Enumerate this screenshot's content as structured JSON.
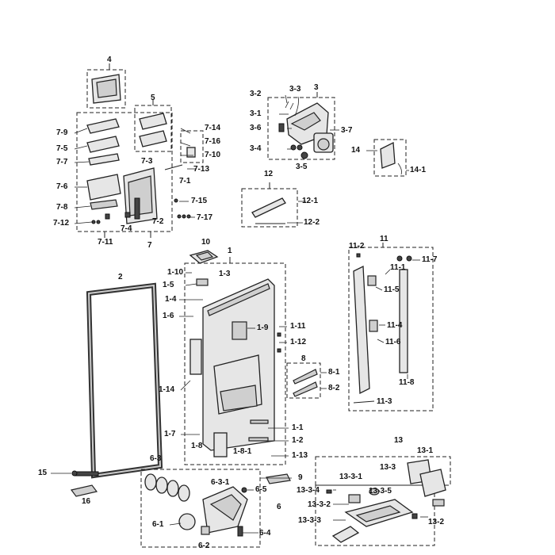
{
  "labels": {
    "l1": "1",
    "l1_1": "1-1",
    "l1_2": "1-2",
    "l1_3": "1-3",
    "l1_4": "1-4",
    "l1_5": "1-5",
    "l1_6": "1-6",
    "l1_7": "1-7",
    "l1_8": "1-8",
    "l1_8_1": "1-8-1",
    "l1_9": "1-9",
    "l1_10": "1-10",
    "l1_11": "1-11",
    "l1_12": "1-12",
    "l1_13": "1-13",
    "l1_14": "1-14",
    "l2": "2",
    "l3": "3",
    "l3_1": "3-1",
    "l3_2": "3-2",
    "l3_3": "3-3",
    "l3_4": "3-4",
    "l3_5": "3-5",
    "l3_6": "3-6",
    "l3_7": "3-7",
    "l4": "4",
    "l5": "5",
    "l6": "6",
    "l6_1": "6-1",
    "l6_2": "6-2",
    "l6_3": "6-3",
    "l6_3_1": "6-3-1",
    "l6_4": "6-4",
    "l6_5": "6-5",
    "l7": "7",
    "l7_1": "7-1",
    "l7_2": "7-2",
    "l7_3": "7-3",
    "l7_4": "7-4",
    "l7_5": "7-5",
    "l7_6": "7-6",
    "l7_7": "7-7",
    "l7_8": "7-8",
    "l7_9": "7-9",
    "l7_10": "7-10",
    "l7_11": "7-11",
    "l7_12": "7-12",
    "l7_13": "7-13",
    "l7_14": "7-14",
    "l7_15": "7-15",
    "l7_16": "7-16",
    "l7_17": "7-17",
    "l8": "8",
    "l8_1": "8-1",
    "l8_2": "8-2",
    "l9": "9",
    "l10": "10",
    "l11": "11",
    "l11_1": "11-1",
    "l11_2": "11-2",
    "l11_3": "11-3",
    "l11_4": "11-4",
    "l11_5": "11-5",
    "l11_6": "11-6",
    "l11_7": "11-7",
    "l11_8": "11-8",
    "l12": "12",
    "l12_1": "12-1",
    "l12_2": "12-2",
    "l13": "13",
    "l13_1": "13-1",
    "l13_2": "13-2",
    "l13_3": "13-3",
    "l13_3_1": "13-3-1",
    "l13_3_2": "13-3-2",
    "l13_3_3": "13-3-3",
    "l13_3_4": "13-3-4",
    "l13_3_5": "13-3-5",
    "l14": "14",
    "l14_1": "14-1",
    "l15": "15",
    "l16": "16"
  }
}
